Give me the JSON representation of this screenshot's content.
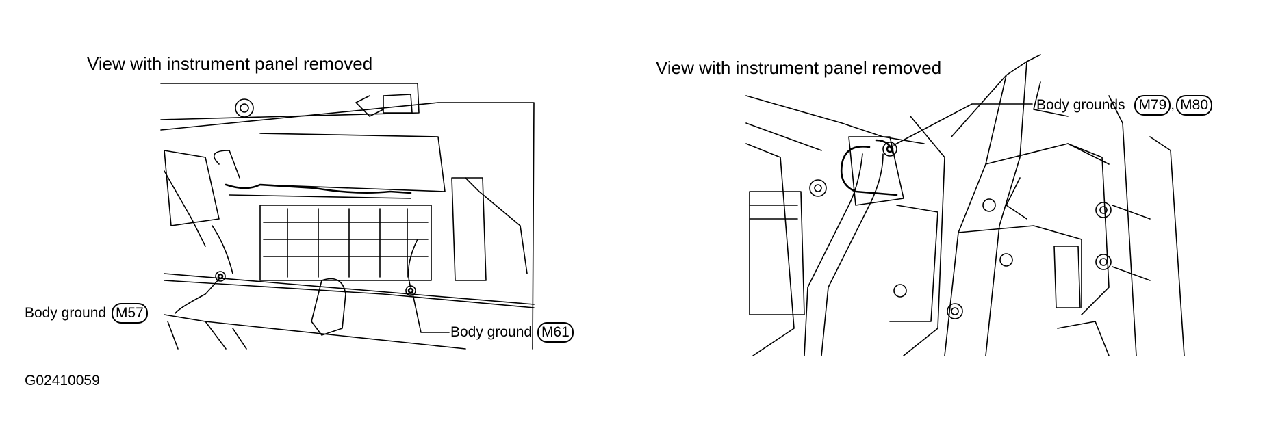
{
  "left_view": {
    "title": "View with instrument panel removed",
    "callouts": [
      {
        "label": "Body ground",
        "connector": "M57"
      },
      {
        "label": "Body ground",
        "connector": "M61"
      }
    ]
  },
  "right_view": {
    "title": "View with instrument panel removed",
    "callout": {
      "label": "Body grounds",
      "connectors": [
        "M79",
        "M80"
      ],
      "separator": ","
    }
  },
  "figure_code": "G02410059"
}
